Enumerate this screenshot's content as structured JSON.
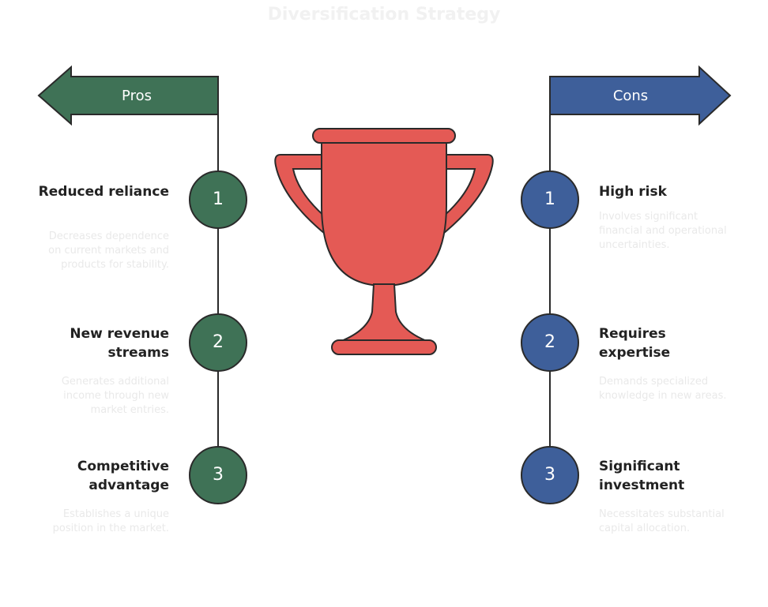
{
  "title": "Diversification Strategy",
  "colors": {
    "pros": "#3f7256",
    "cons": "#3e5f9a",
    "trophy": "#e45a55",
    "outline": "#2a2a2a"
  },
  "pros": {
    "label": "Pros",
    "items": [
      {
        "number": "1",
        "title": "Reduced reliance",
        "description": "Decreases dependence on current markets and products for stability."
      },
      {
        "number": "2",
        "title": "New revenue streams",
        "description": "Generates additional income through new market entries."
      },
      {
        "number": "3",
        "title": "Competitive advantage",
        "description": "Establishes a unique position in the market."
      }
    ]
  },
  "cons": {
    "label": "Cons",
    "items": [
      {
        "number": "1",
        "title": "High risk",
        "description": "Involves significant financial and operational uncertainties."
      },
      {
        "number": "2",
        "title": "Requires expertise",
        "description": "Demands specialized knowledge in new areas."
      },
      {
        "number": "3",
        "title": "Significant investment",
        "description": "Necessitates substantial capital allocation."
      }
    ]
  },
  "icons": {
    "center": "trophy-icon"
  }
}
